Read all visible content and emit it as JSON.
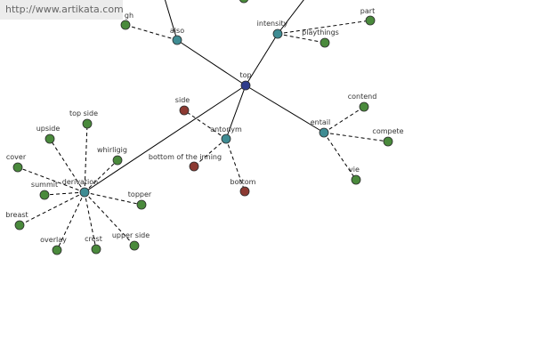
{
  "source_banner": "http://www.artikata.com",
  "colors": {
    "hub": "#2f3d8c",
    "relation": "#3f8c93",
    "word": "#4a8a3c",
    "opposite": "#8c3a32",
    "edge": "#000000"
  },
  "nodes": [
    {
      "id": "top",
      "label": "top",
      "kind": "hub"
    },
    {
      "id": "also",
      "label": "also",
      "kind": "relation"
    },
    {
      "id": "intensity",
      "label": "intensity",
      "kind": "relation"
    },
    {
      "id": "antonym",
      "label": "antonym",
      "kind": "relation"
    },
    {
      "id": "entail",
      "label": "entail",
      "kind": "relation"
    },
    {
      "id": "derivation",
      "label": "derivation",
      "kind": "relation"
    },
    {
      "id": "gh",
      "label": "gh",
      "kind": "word"
    },
    {
      "id": "playthings",
      "label": "playthings",
      "kind": "word"
    },
    {
      "id": "part",
      "label": "part",
      "kind": "word"
    },
    {
      "id": "topmisc",
      "label": "",
      "kind": "word"
    },
    {
      "id": "side",
      "label": "side",
      "kind": "opposite"
    },
    {
      "id": "bottom-of-the-inning",
      "label": "bottom of the inning",
      "kind": "opposite"
    },
    {
      "id": "bottom",
      "label": "bottom",
      "kind": "opposite"
    },
    {
      "id": "contend",
      "label": "contend",
      "kind": "word"
    },
    {
      "id": "compete",
      "label": "compete",
      "kind": "word"
    },
    {
      "id": "vie",
      "label": "vie",
      "kind": "word"
    },
    {
      "id": "top-side",
      "label": "top side",
      "kind": "word"
    },
    {
      "id": "upside",
      "label": "upside",
      "kind": "word"
    },
    {
      "id": "whirligig",
      "label": "whirligig",
      "kind": "word"
    },
    {
      "id": "cover",
      "label": "cover",
      "kind": "word"
    },
    {
      "id": "summit",
      "label": "summit",
      "kind": "word"
    },
    {
      "id": "topper",
      "label": "topper",
      "kind": "word"
    },
    {
      "id": "breast",
      "label": "breast",
      "kind": "word"
    },
    {
      "id": "overlay",
      "label": "overlay",
      "kind": "word"
    },
    {
      "id": "crest",
      "label": "crest",
      "kind": "word"
    },
    {
      "id": "upper-side",
      "label": "upper side",
      "kind": "word"
    }
  ],
  "edges": [
    {
      "from": "top",
      "to": "also",
      "style": "solid"
    },
    {
      "from": "top",
      "to": "intensity",
      "style": "solid"
    },
    {
      "from": "top",
      "to": "antonym",
      "style": "solid"
    },
    {
      "from": "top",
      "to": "entail",
      "style": "solid"
    },
    {
      "from": "top",
      "to": "derivation",
      "style": "solid"
    },
    {
      "from": "also",
      "to": "gh",
      "style": "dashed"
    },
    {
      "from": "intensity",
      "to": "playthings",
      "style": "dashed"
    },
    {
      "from": "intensity",
      "to": "part",
      "style": "dashed"
    },
    {
      "from": "antonym",
      "to": "side",
      "style": "dashed"
    },
    {
      "from": "antonym",
      "to": "bottom-of-the-inning",
      "style": "dashed"
    },
    {
      "from": "antonym",
      "to": "bottom",
      "style": "dashed"
    },
    {
      "from": "entail",
      "to": "contend",
      "style": "dashed"
    },
    {
      "from": "entail",
      "to": "compete",
      "style": "dashed"
    },
    {
      "from": "entail",
      "to": "vie",
      "style": "dashed"
    },
    {
      "from": "derivation",
      "to": "top-side",
      "style": "dashed"
    },
    {
      "from": "derivation",
      "to": "upside",
      "style": "dashed"
    },
    {
      "from": "derivation",
      "to": "whirligig",
      "style": "dashed"
    },
    {
      "from": "derivation",
      "to": "cover",
      "style": "dashed"
    },
    {
      "from": "derivation",
      "to": "summit",
      "style": "dashed"
    },
    {
      "from": "derivation",
      "to": "topper",
      "style": "dashed"
    },
    {
      "from": "derivation",
      "to": "breast",
      "style": "dashed"
    },
    {
      "from": "derivation",
      "to": "overlay",
      "style": "dashed"
    },
    {
      "from": "derivation",
      "to": "crest",
      "style": "dashed"
    },
    {
      "from": "derivation",
      "to": "upper-side",
      "style": "dashed"
    }
  ]
}
